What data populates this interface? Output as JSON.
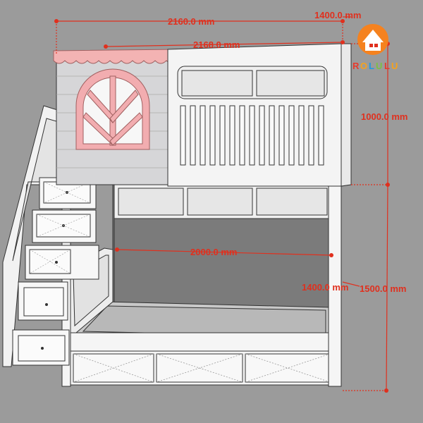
{
  "brand": {
    "name": "ROLULU",
    "letters": [
      "R",
      "O",
      "L",
      "U",
      "L",
      "U"
    ],
    "letter_colors": [
      "#e8392b",
      "#f7a21b",
      "#1e9be0",
      "#7ac143",
      "#e8392b",
      "#f7a21b"
    ],
    "logo_color": "#f5821f"
  },
  "dimensions": {
    "total_length": "2160.0 mm",
    "top_depth": "1400.0 mm",
    "upper_length": "2168.0 mm",
    "upper_height": "1000.0 mm",
    "lower_length": "2000.0 mm",
    "lower_depth": "1400.0 mm",
    "lower_height": "1500.0 mm"
  },
  "colors": {
    "dimension": "#e0301e",
    "background": "#9b9b9b",
    "panel": "#f4f4f4",
    "roof": "#f3b3b3",
    "window": "#f2adb0",
    "house": "#d6d6d8",
    "interior": "#6f6f6f"
  }
}
